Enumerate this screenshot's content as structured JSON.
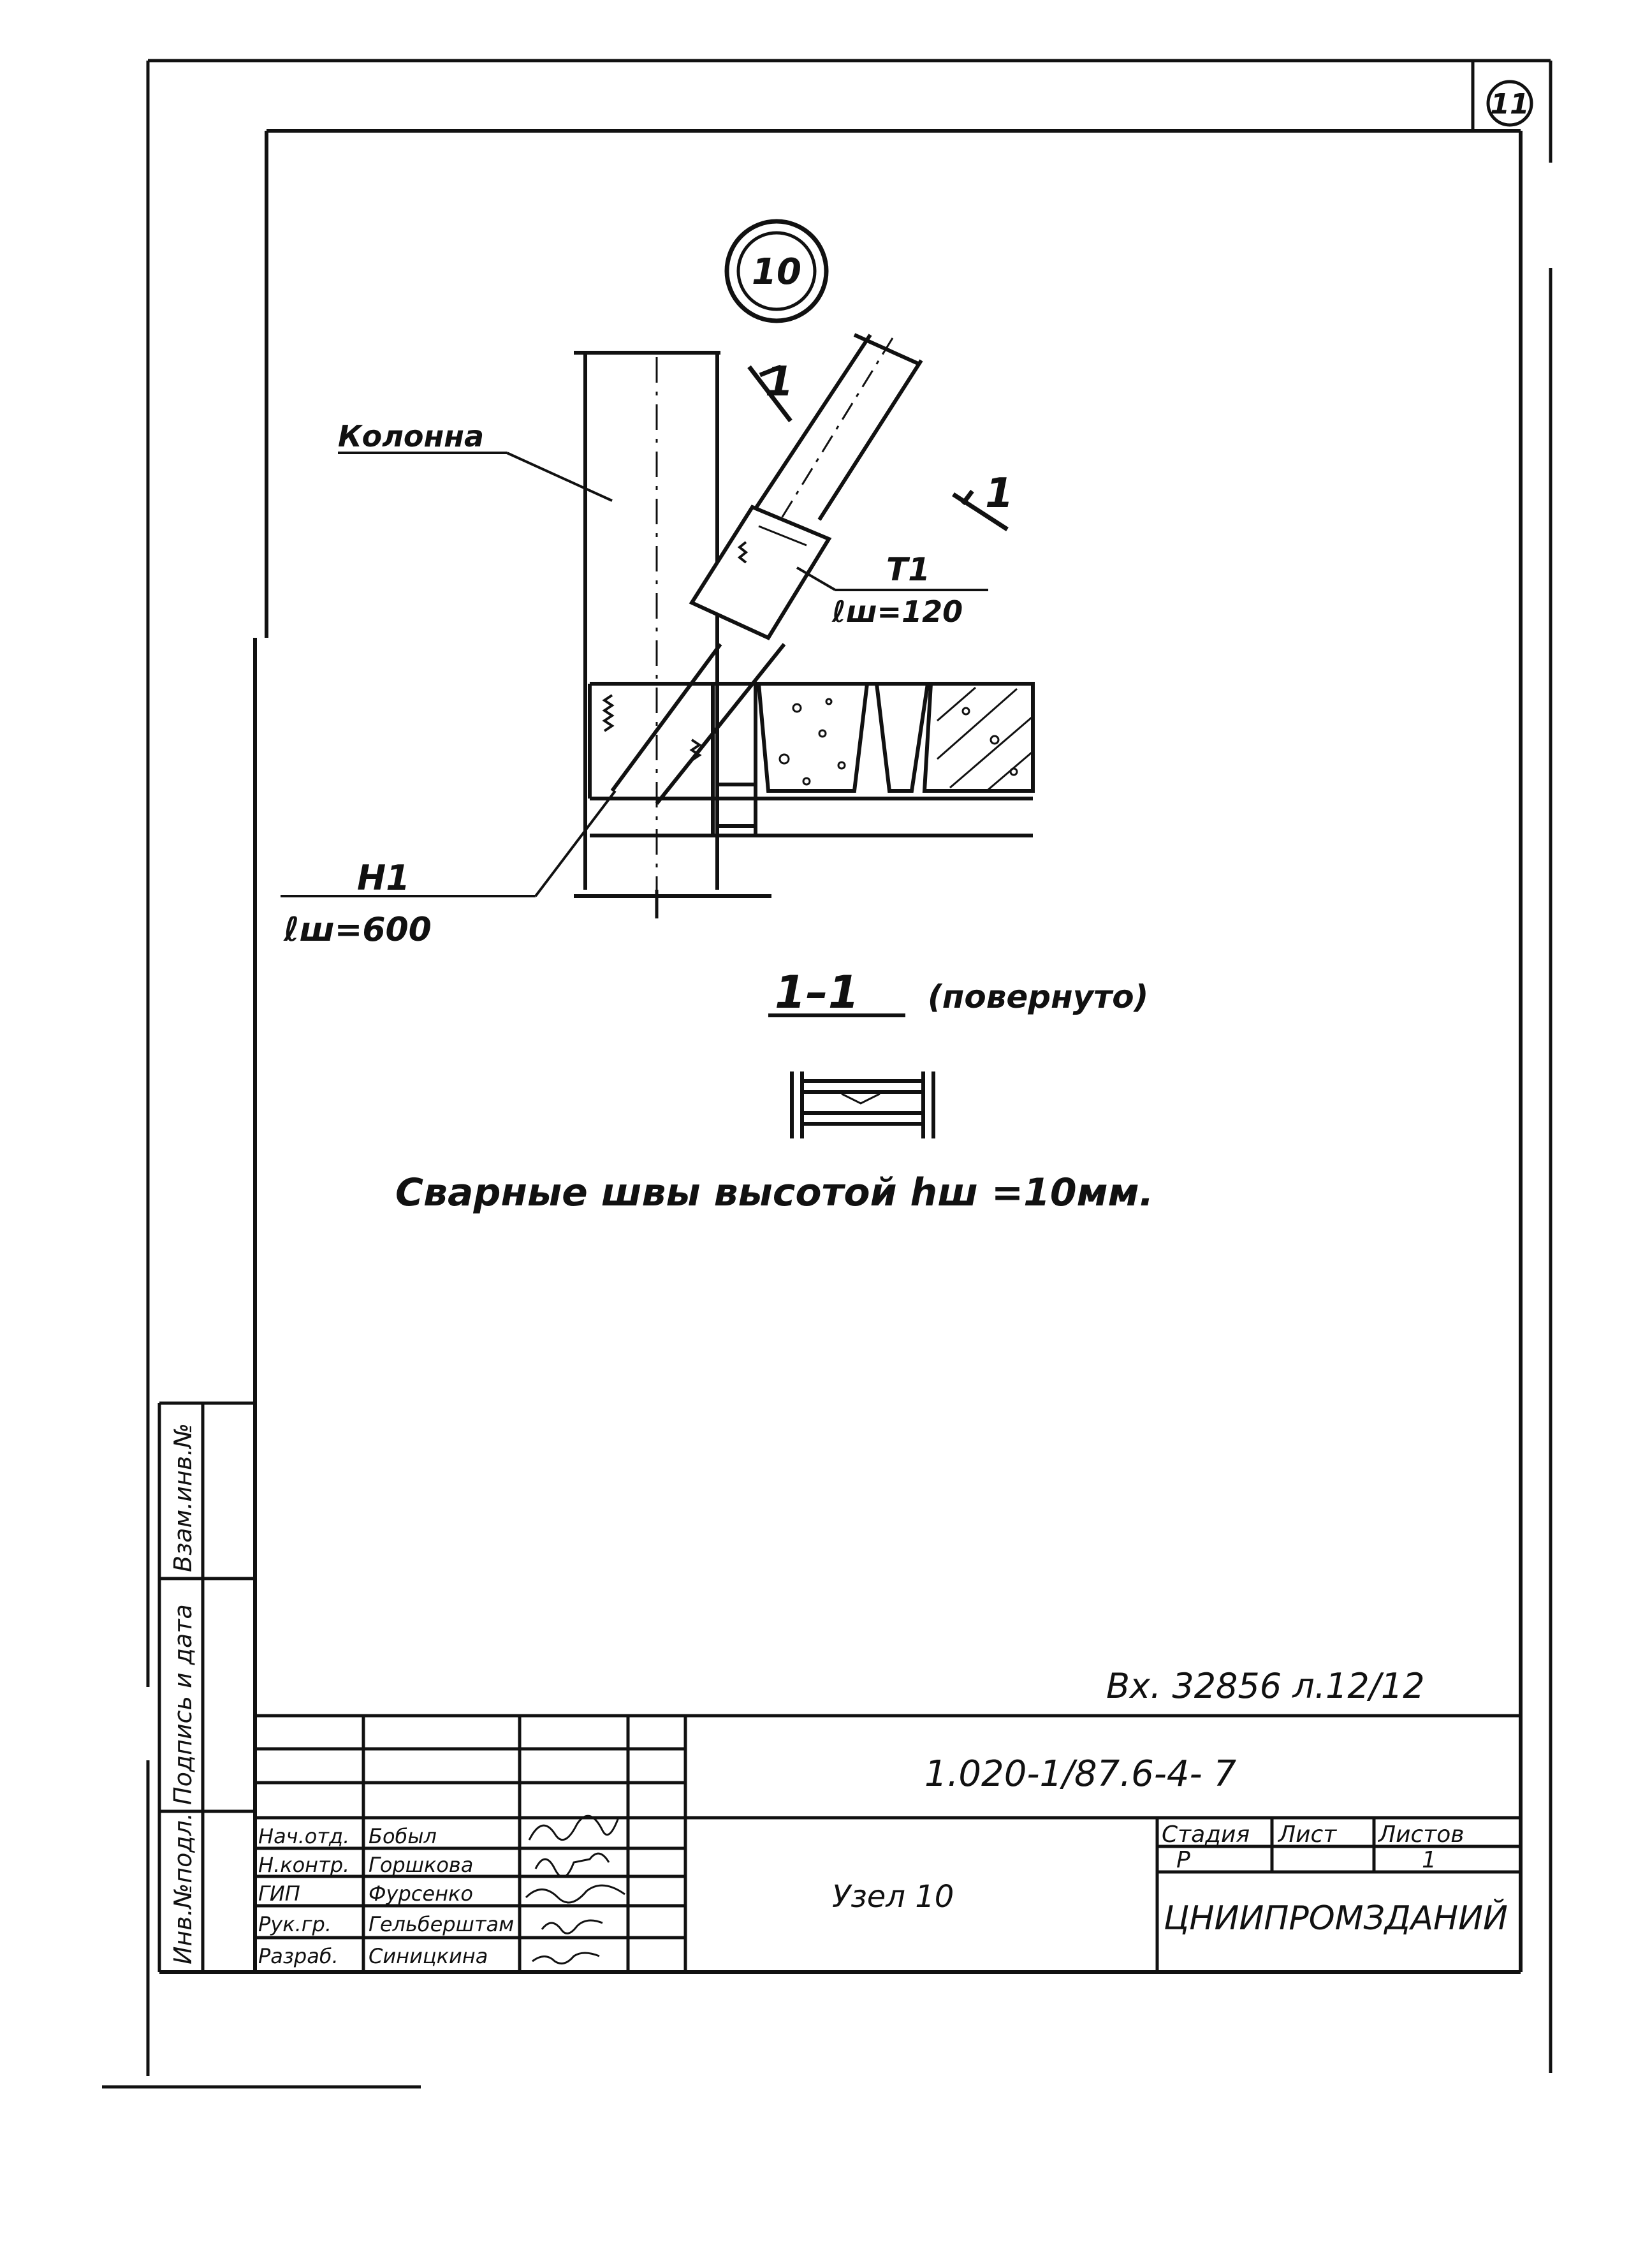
{
  "sheet": {
    "page_number": "11",
    "node_marker": "10",
    "inventory_note": "Вх. 32856 л.12/12"
  },
  "drawing": {
    "column_label": "Колонна",
    "section_mark_top": "1",
    "section_mark_right": "1",
    "weld_t1_label": "Т1",
    "weld_t1_length": "ℓш=120",
    "weld_h1_label": "Н1",
    "weld_h1_length": "ℓш=600"
  },
  "section": {
    "title": "1–1",
    "subtitle": "(повернуто)"
  },
  "note": "Сварные швы высотой hш =10мм.",
  "side_stamp": {
    "cells": [
      "Инв.№подл.",
      "Подпись и дата",
      "Взам.инв.№"
    ]
  },
  "title_block": {
    "document_code": "1.020-1/87.6-4- 7",
    "title": "Узел 10",
    "stage_header": "Стадия",
    "sheet_header": "Лист",
    "sheets_header": "Листов",
    "stage_value": "Р",
    "sheets_value": "1",
    "organization": "ЦНИИПРОМЗДАНИЙ",
    "roles": [
      {
        "role": "Нач.отд.",
        "name": "Бобыл"
      },
      {
        "role": "Н.контр.",
        "name": "Горшкова"
      },
      {
        "role": "ГИП",
        "name": "Фурсенко"
      },
      {
        "role": "Рук.гр.",
        "name": "Гельберштам"
      },
      {
        "role": "Разраб.",
        "name": "Синицкина"
      }
    ]
  }
}
